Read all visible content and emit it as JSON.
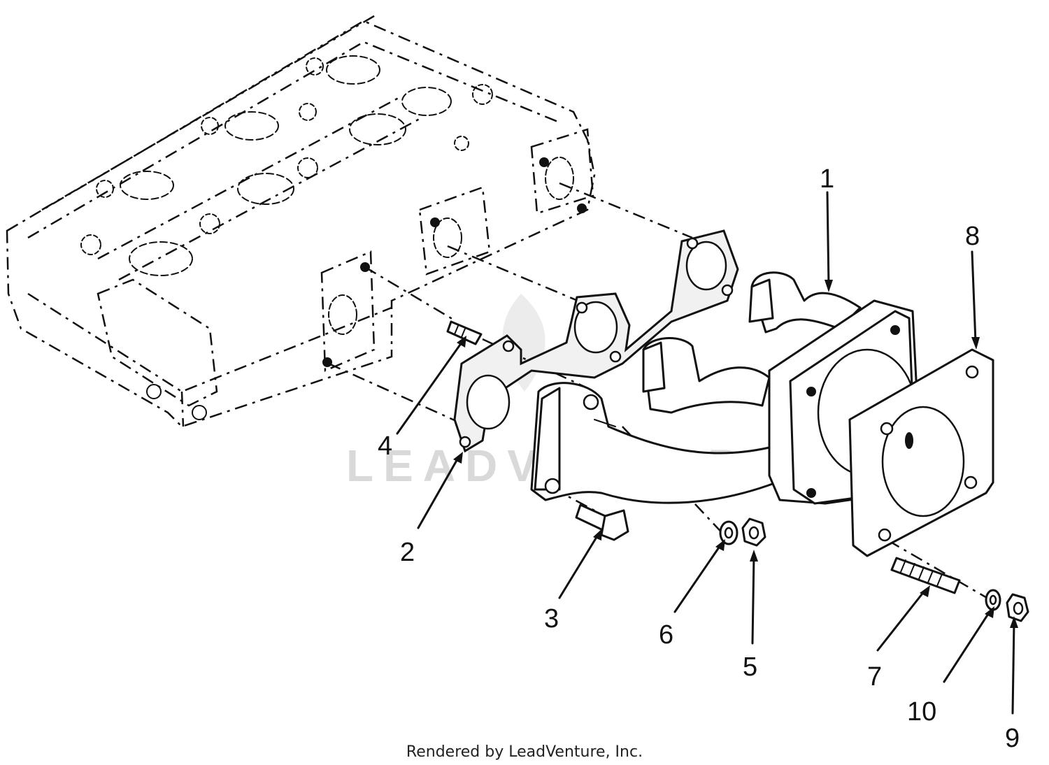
{
  "diagram": {
    "callouts": [
      {
        "id": "1",
        "label": "1"
      },
      {
        "id": "2",
        "label": "2"
      },
      {
        "id": "3",
        "label": "3"
      },
      {
        "id": "4",
        "label": "4"
      },
      {
        "id": "5",
        "label": "5"
      },
      {
        "id": "6",
        "label": "6"
      },
      {
        "id": "7",
        "label": "7"
      },
      {
        "id": "8",
        "label": "8"
      },
      {
        "id": "9",
        "label": "9"
      },
      {
        "id": "10",
        "label": "10"
      }
    ],
    "watermark": "LEADVENTURE",
    "footer": "Rendered by LeadVenture, Inc."
  }
}
